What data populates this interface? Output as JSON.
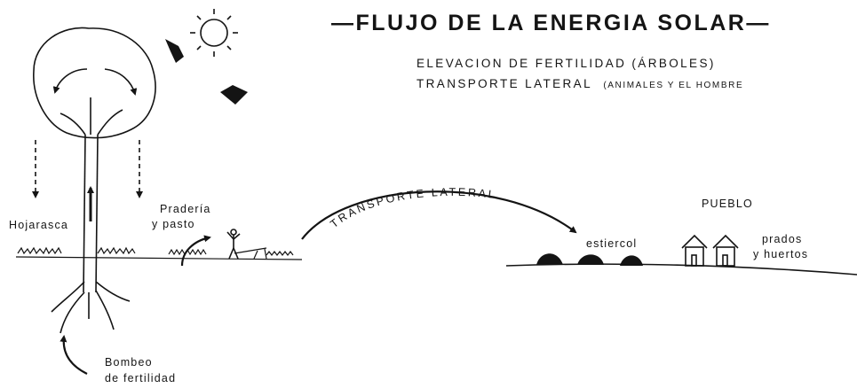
{
  "title": "—FLUJO DE LA ENERGIA SOLAR—",
  "subtitle": {
    "line1": "ELEVACION DE FERTILIDAD (ÁRBOLES)",
    "line2_main": "TRANSPORTE LATERAL",
    "line2_paren": "(ANIMALES Y EL HOMBRE"
  },
  "labels": {
    "hojarasca": "Hojarasca",
    "praderia_1": "Pradería",
    "praderia_2": "y pasto",
    "bombeo_1": "Bombeo",
    "bombeo_2": "de fertilidad",
    "transporte": "TRANSPORTE LATERAL",
    "estiercol": "estiercol",
    "pueblo": "PUEBLO",
    "prados_1": "prados",
    "prados_2": "y huertos"
  },
  "colors": {
    "ink": "#141414",
    "background": "#ffffff"
  },
  "icons": [
    "sun-icon",
    "sun-ray-arrow-icon",
    "tree-icon",
    "person-icon",
    "dung-heap-icon",
    "house-icon"
  ]
}
